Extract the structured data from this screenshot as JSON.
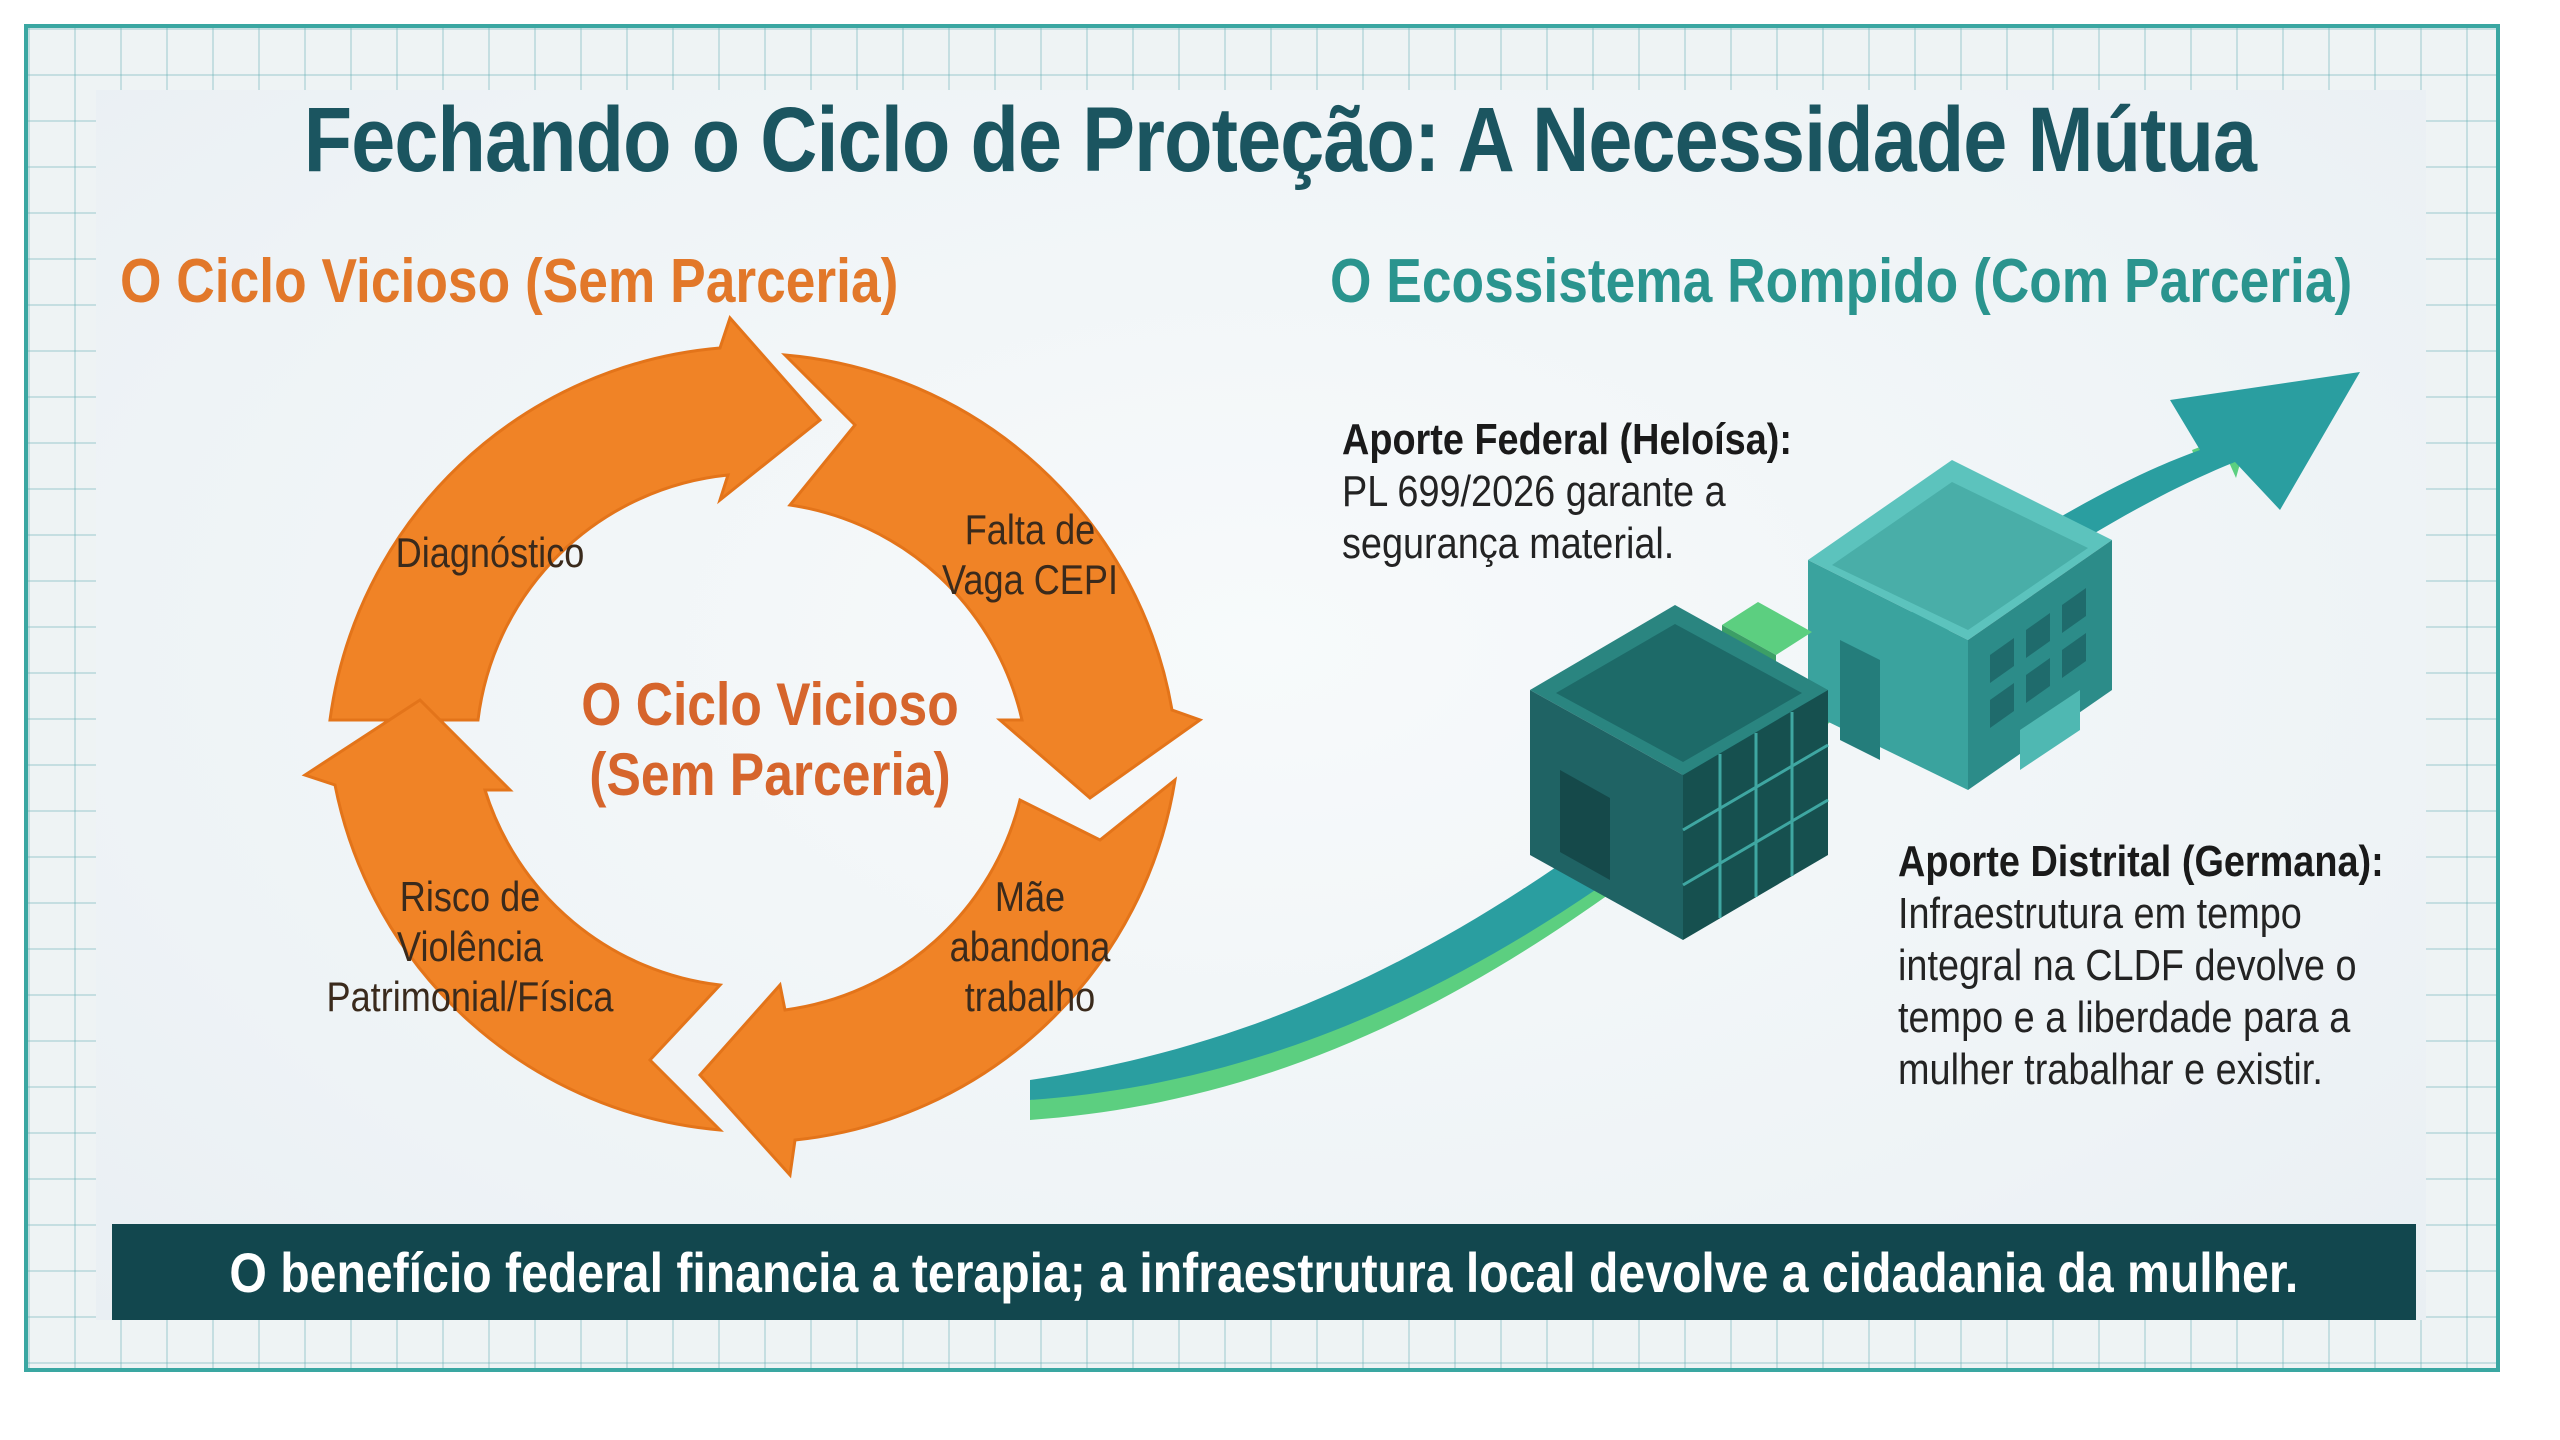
{
  "title": "Fechando o Ciclo de Proteção: A Necessidade Mútua",
  "left_section": {
    "heading": "O Ciclo Vicioso (Sem Parceria)",
    "center_label": [
      "O Ciclo Vicioso",
      "(Sem Parceria)"
    ],
    "steps": [
      {
        "lines": [
          "Diagnóstico"
        ]
      },
      {
        "lines": [
          "Falta de",
          "Vaga CEPI"
        ]
      },
      {
        "lines": [
          "Mãe",
          "abandona",
          "trabalho"
        ]
      },
      {
        "lines": [
          "Risco de",
          "Violência",
          "Patrimonial/Física"
        ]
      }
    ]
  },
  "right_section": {
    "heading": "O Ecossistema Rompido (Com Parceria)",
    "federal": {
      "title": "Aporte Federal (Heloísa):",
      "lines": [
        "PL 699/2026 garante a",
        "segurança material."
      ]
    },
    "distrital": {
      "title": "Aporte Distrital (Germana):",
      "lines": [
        "Infraestrutura em tempo",
        "integral na CLDF devolve o",
        "tempo e a liberdade para a",
        "mulher trabalhar e existir."
      ]
    }
  },
  "banner": "O benefício federal financia a terapia; a infraestrutura local devolve a cidadania da mulher.",
  "colors": {
    "title": "#1b5560",
    "cycle_orange": "#f08326",
    "cycle_text": "#3a2a1c",
    "center_text": "#d6652c",
    "teal": "#2a948e",
    "green": "#5ccf80",
    "building_dark": "#1f6b6c",
    "building_light": "#43b3ae",
    "banner_bg": "#12474e"
  }
}
